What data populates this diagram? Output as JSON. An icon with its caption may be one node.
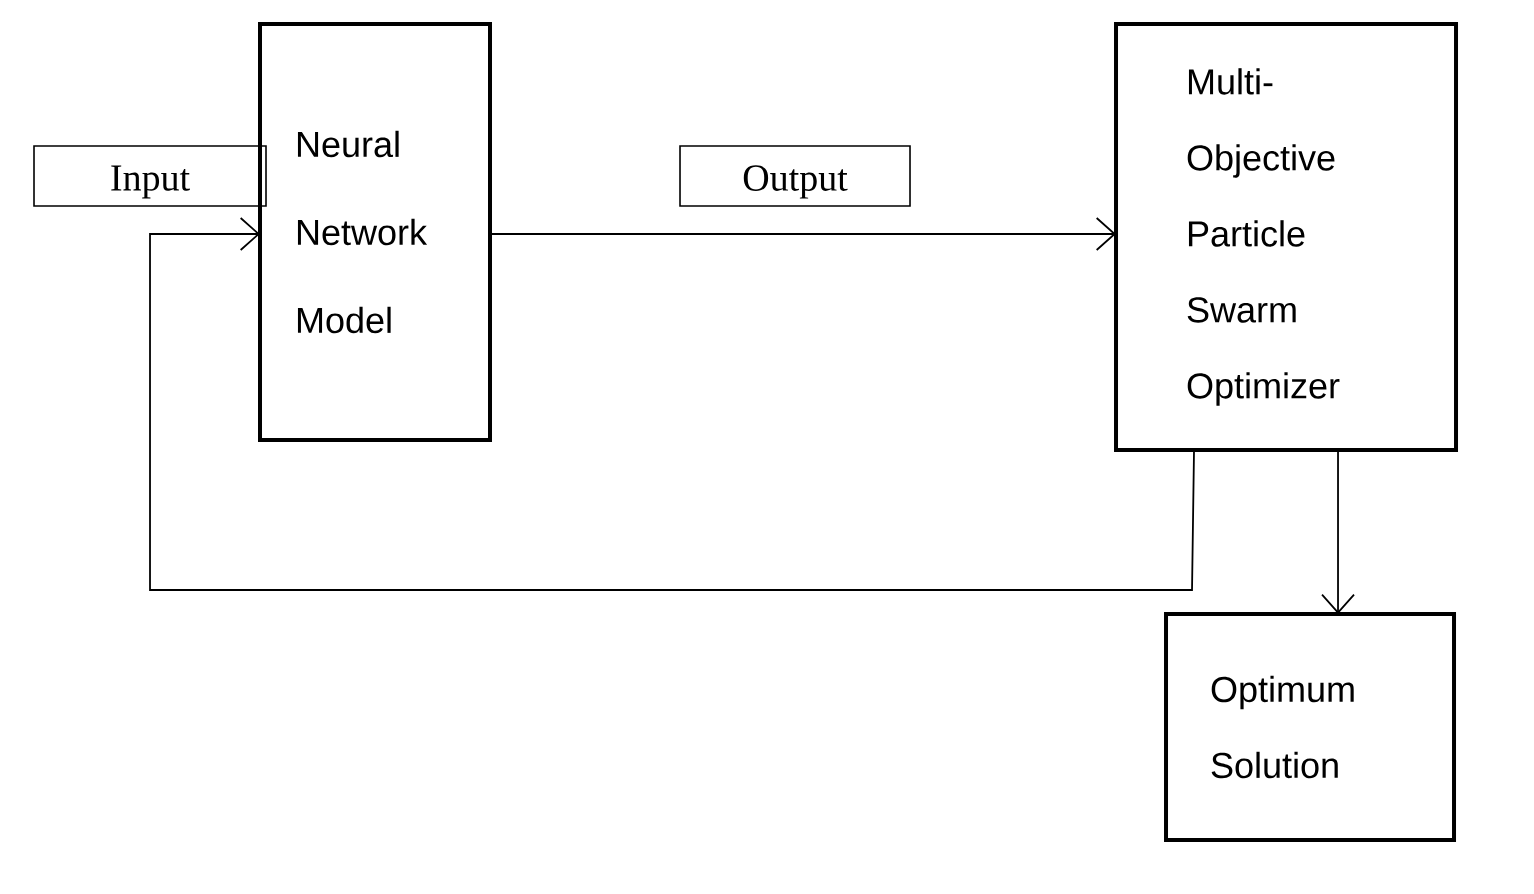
{
  "diagram": {
    "nodes": [
      {
        "text": [
          "Input"
        ]
      },
      {
        "text": [
          "Neural Network Model"
        ]
      },
      {
        "text": [
          "Output"
        ]
      },
      {
        "text": [
          "Multi-Objective Particle Swarm Optimizer"
        ]
      },
      {
        "text": [
          "Optimum Solution"
        ]
      }
    ],
    "edges": [
      {
        "from": 1,
        "to": 3,
        "arrow": "to"
      },
      {
        "from": 3,
        "to": 1,
        "arrow": "to"
      },
      {
        "from": 3,
        "to": 4,
        "arrow": "to"
      }
    ]
  }
}
